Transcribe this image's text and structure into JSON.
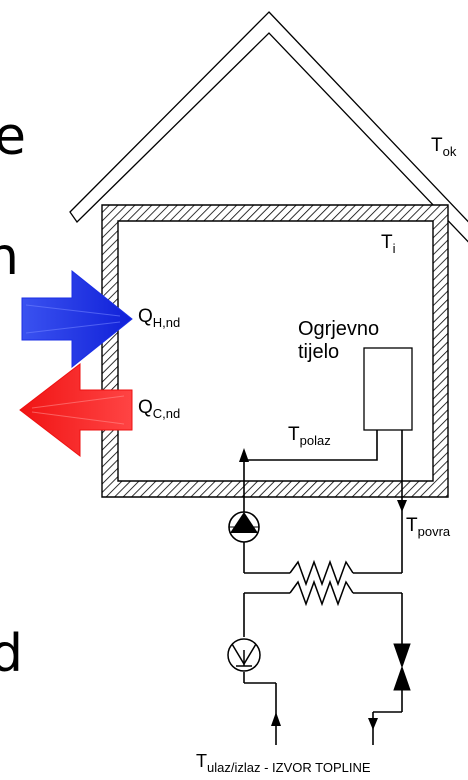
{
  "labels": {
    "t_ok": {
      "main": "T",
      "sub": "ok"
    },
    "t_i": {
      "main": "T",
      "sub": "i"
    },
    "q_hnd": {
      "main": "Q",
      "sub": "H,nd"
    },
    "q_cnd": {
      "main": "Q",
      "sub": "C,nd"
    },
    "heater_line1": "Ogrjevno",
    "heater_line2": "tijelo",
    "t_polaz": {
      "main": "T",
      "sub": "polaz"
    },
    "t_povrat": {
      "main": "T",
      "sub": "povra"
    },
    "t_source": {
      "main": "T",
      "sub": "ulaz/izlaz",
      "suffix": " - IZVOR TOPLINE"
    }
  },
  "cropped_text": {
    "left_top": "e",
    "left_mid": "n",
    "left_bottom": "d"
  },
  "colors": {
    "heating_arrow": "#1a2ee6",
    "cooling_arrow": "#ee1111",
    "line": "#000000"
  }
}
